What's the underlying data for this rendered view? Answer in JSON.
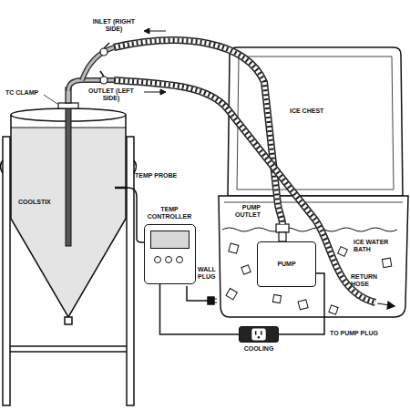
{
  "diagram": {
    "nodes": [
      {
        "text": [
          "TEMP CONTROLLER"
        ]
      },
      {
        "text": [
          "PUMP"
        ]
      },
      {
        "text": [
          "COOLING"
        ]
      }
    ],
    "edges": [
      {
        "from": 0,
        "to": 2,
        "arrow": "none"
      },
      {
        "from": 1,
        "to": 2,
        "arrow": "none"
      }
    ],
    "labels": [
      "INLET (RIGHT SIDE)",
      "OUTLET (LEFT SIDE)",
      "TC CLAMP",
      "COOLSTIX",
      "TEMP PROBE",
      "ICE CHEST",
      "PUMP OUTLET",
      "ICE WATER BATH",
      "RETURN HOSE",
      "WALL PLUG",
      "TO PUMP PLUG"
    ]
  }
}
